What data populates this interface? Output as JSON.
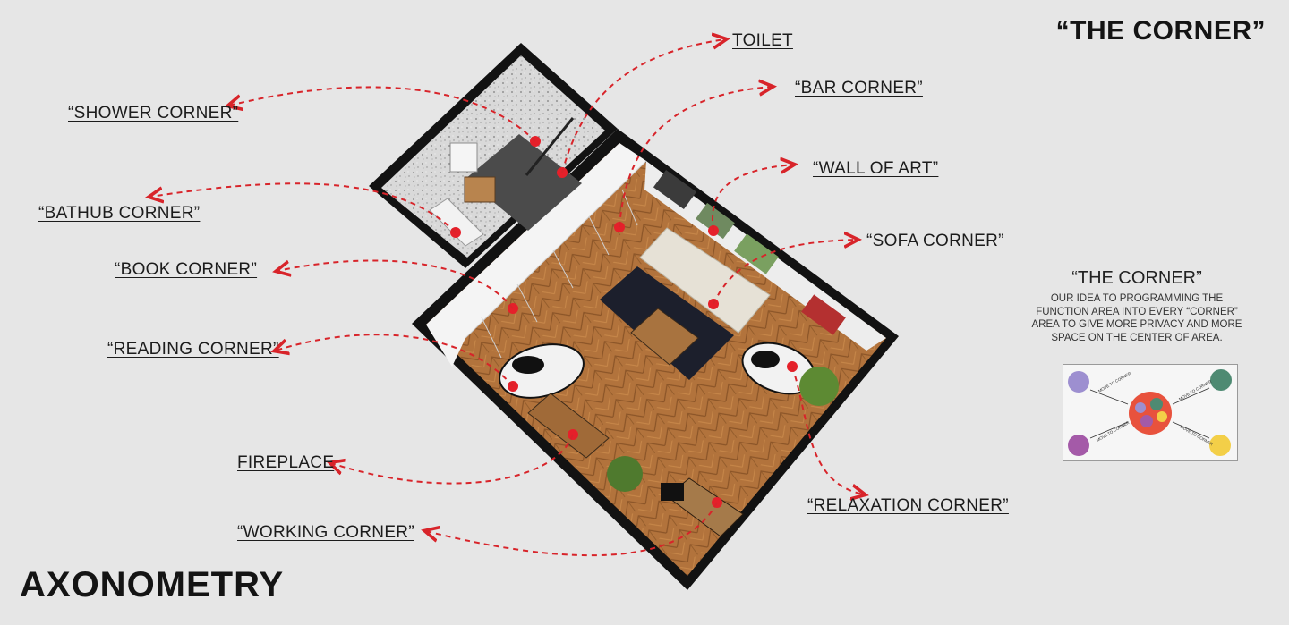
{
  "titles": {
    "top": "“THE CORNER”",
    "bottom": "AXONOMETRY"
  },
  "labels": {
    "toilet": "TOILET",
    "bar": "“BAR CORNER”",
    "wall_art": "“WALL OF ART”",
    "sofa": "“SOFA CORNER”",
    "shower": "“SHOWER CORNER”",
    "bathub": "“BATHUB CORNER”",
    "book": "“BOOK CORNER”",
    "reading": "“READING CORNER”",
    "fireplace": "FIREPLACE",
    "working": "“WORKING CORNER”",
    "relaxation": "“RELAXATION CORNER”"
  },
  "concept": {
    "title": "“THE CORNER”",
    "text": "OUR IDEA TO PROGRAMMING THE FUNCTION AREA INTO EVERY “CORNER” AREA TO GIVE MORE PRIVACY AND MORE SPACE ON THE CENTER OF AREA.",
    "arrow_label": "MOVE TO CORNER"
  },
  "colors": {
    "background": "#e6e6e6",
    "arrow": "#d8242a",
    "wall": "#111111",
    "floor": "#b0703a",
    "corner_purple_light": "#9d8fd0",
    "corner_green": "#4e8a72",
    "corner_purple": "#a45aa8",
    "corner_yellow": "#f3cf48",
    "center_orange": "#e8523d"
  }
}
